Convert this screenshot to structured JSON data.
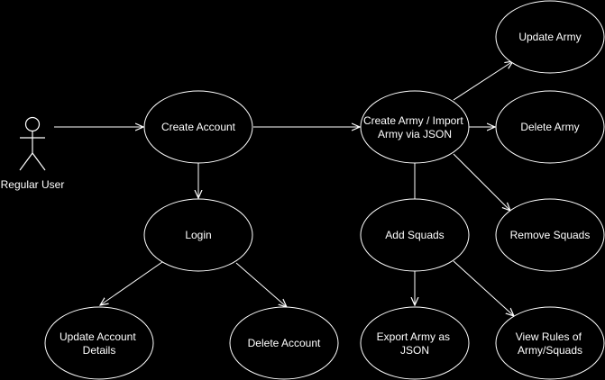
{
  "actor": {
    "label": "Regular User"
  },
  "use_cases": {
    "create_account": [
      "Create Account"
    ],
    "login": [
      "Login"
    ],
    "update_account_details": [
      "Update Account",
      "Details"
    ],
    "delete_account": [
      "Delete Account"
    ],
    "create_army": [
      "Create Army / Import",
      "Army via JSON"
    ],
    "update_army": [
      "Update Army"
    ],
    "delete_army": [
      "Delete Army"
    ],
    "remove_squads": [
      "Remove Squads"
    ],
    "add_squads": [
      "Add Squads"
    ],
    "export_army": [
      "Export Army as",
      "JSON"
    ],
    "view_rules": [
      "View Rules of",
      "Army/Squads"
    ]
  },
  "colors": {
    "background": "#000000",
    "stroke": "#ffffff",
    "text": "#ffffff"
  }
}
